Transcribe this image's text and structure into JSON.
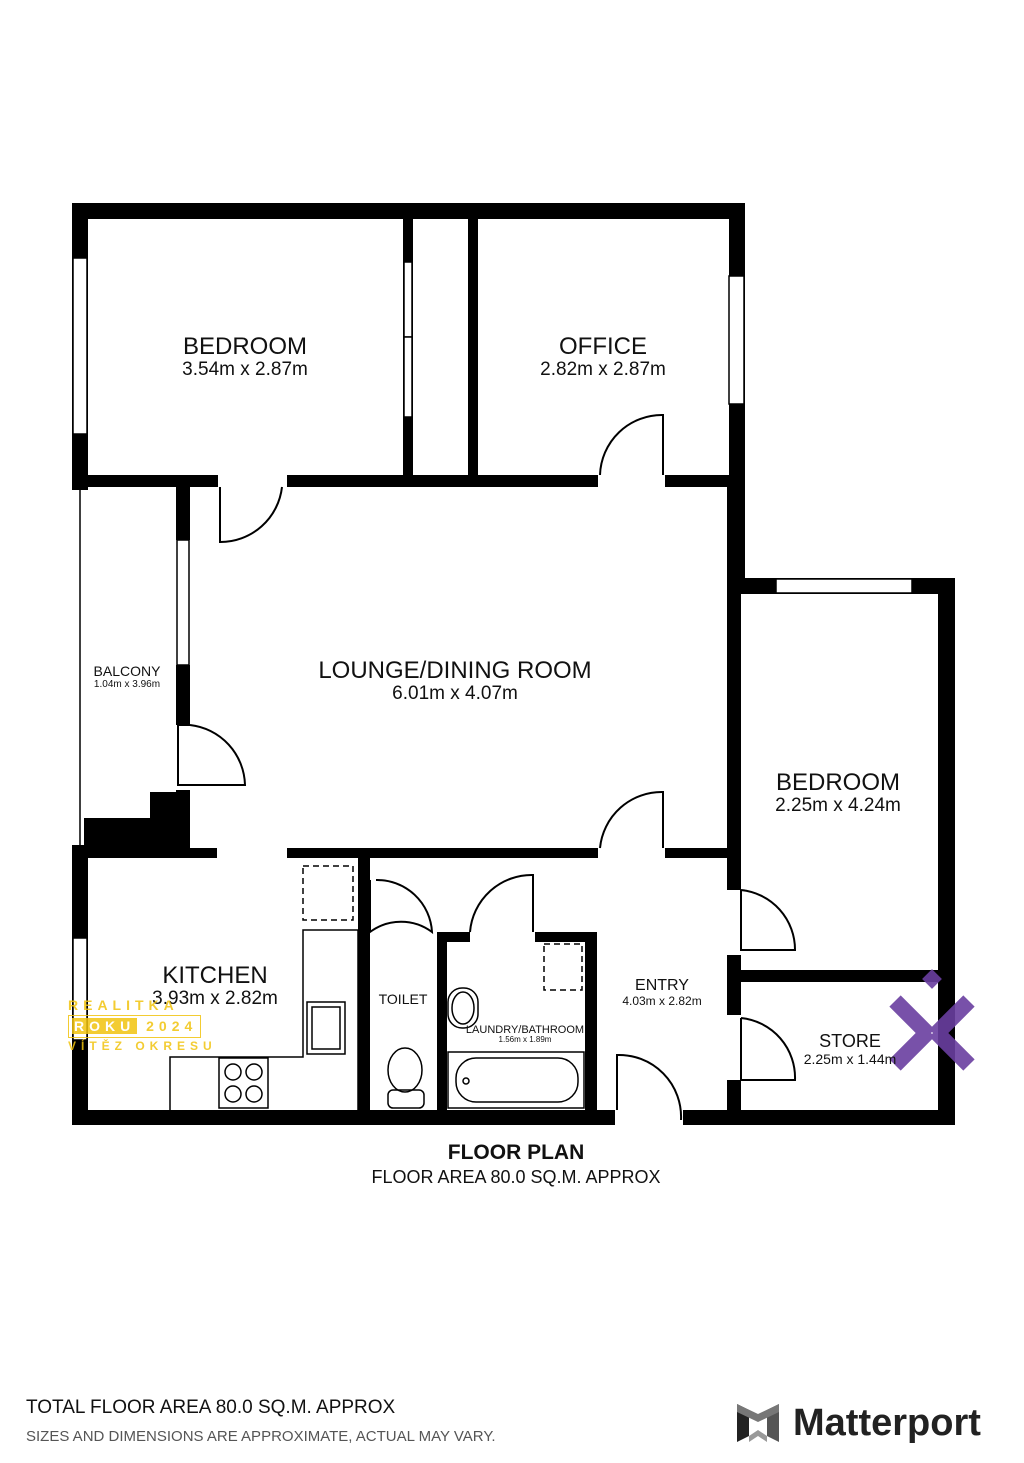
{
  "rooms": {
    "bedroom1": {
      "name": "BEDROOM",
      "dims": "3.54m x 2.87m"
    },
    "office": {
      "name": "OFFICE",
      "dims": "2.82m x 2.87m"
    },
    "lounge": {
      "name": "LOUNGE/DINING ROOM",
      "dims": "6.01m x 4.07m"
    },
    "balcony": {
      "name": "BALCONY",
      "dims": "1.04m x 3.96m"
    },
    "bedroom2": {
      "name": "BEDROOM",
      "dims": "2.25m x 4.24m"
    },
    "kitchen": {
      "name": "KITCHEN",
      "dims": "3.93m x 2.82m"
    },
    "toilet": {
      "name": "TOILET"
    },
    "laundry": {
      "name": "LAUNDRY/BATHROOM",
      "dims": "1.56m x 1.89m"
    },
    "entry": {
      "name": "ENTRY",
      "dims": "4.03m x 2.82m"
    },
    "store": {
      "name": "STORE",
      "dims": "2.25m x 1.44m"
    }
  },
  "plan": {
    "title": "FLOOR PLAN",
    "subtitle": "FLOOR AREA 80.0 SQ.M. APPROX"
  },
  "footer": {
    "total": "TOTAL FLOOR AREA 80.0 SQ.M. APPROX",
    "disclaimer": "SIZES AND DIMENSIONS ARE APPROXIMATE, ACTUAL MAY VARY.",
    "brand": "Matterport"
  },
  "watermark": {
    "line1": "REALITKA",
    "line2a": "ROKU",
    "line2b": "2024",
    "line3": "VÍTĚZ OKRESU"
  },
  "colors": {
    "wall": "#000000",
    "watermark": "#f1c40f",
    "logo_purple": "#6a3fa0"
  }
}
